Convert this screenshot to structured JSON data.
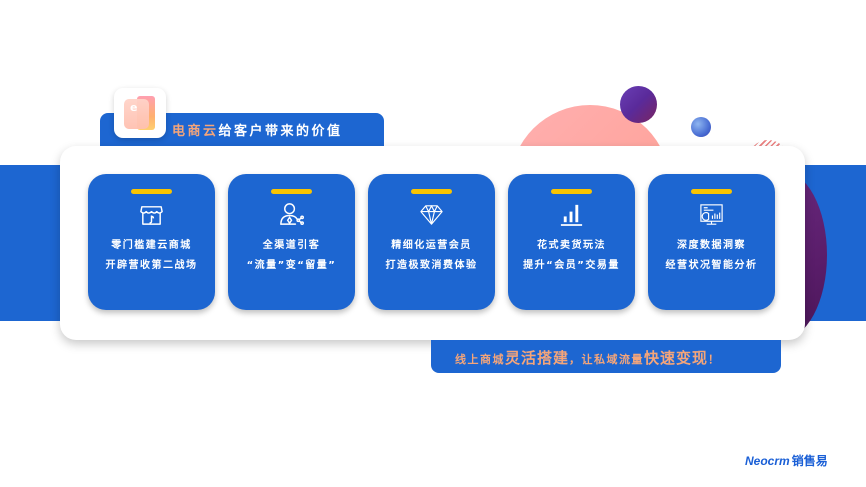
{
  "header": {
    "title_accent": "电商云",
    "title_rest": "给客户带来的价值",
    "app_icon": "ecommerce-cloud-app-icon"
  },
  "cards": [
    {
      "icon": "storefront-icon",
      "line1": "零门槛建云商城",
      "line2": "开辟营收第二战场"
    },
    {
      "icon": "user-share-icon",
      "line1": "全渠道引客",
      "line2": "“流量”变“留量”"
    },
    {
      "icon": "diamond-icon",
      "line1": "精细化运营会员",
      "line2": "打造极致消费体验"
    },
    {
      "icon": "bar-chart-icon",
      "line1": "花式卖货玩法",
      "line2": "提升“会员”交易量"
    },
    {
      "icon": "dashboard-monitor-icon",
      "line1": "深度数据洞察",
      "line2": "经营状况智能分析"
    }
  ],
  "slogan": {
    "part1": "线上商城",
    "part2": "灵活搭建",
    "part3": "，让私域流量",
    "part4": "快速变现",
    "part5": "！"
  },
  "brand": {
    "en": "Neocrm",
    "cn": "销售易"
  },
  "colors": {
    "primary_blue": "#1d66d1",
    "accent_orange": "#f4a57a",
    "pill_yellow": "#f9c400",
    "brand_blue": "#1a5fd6"
  }
}
